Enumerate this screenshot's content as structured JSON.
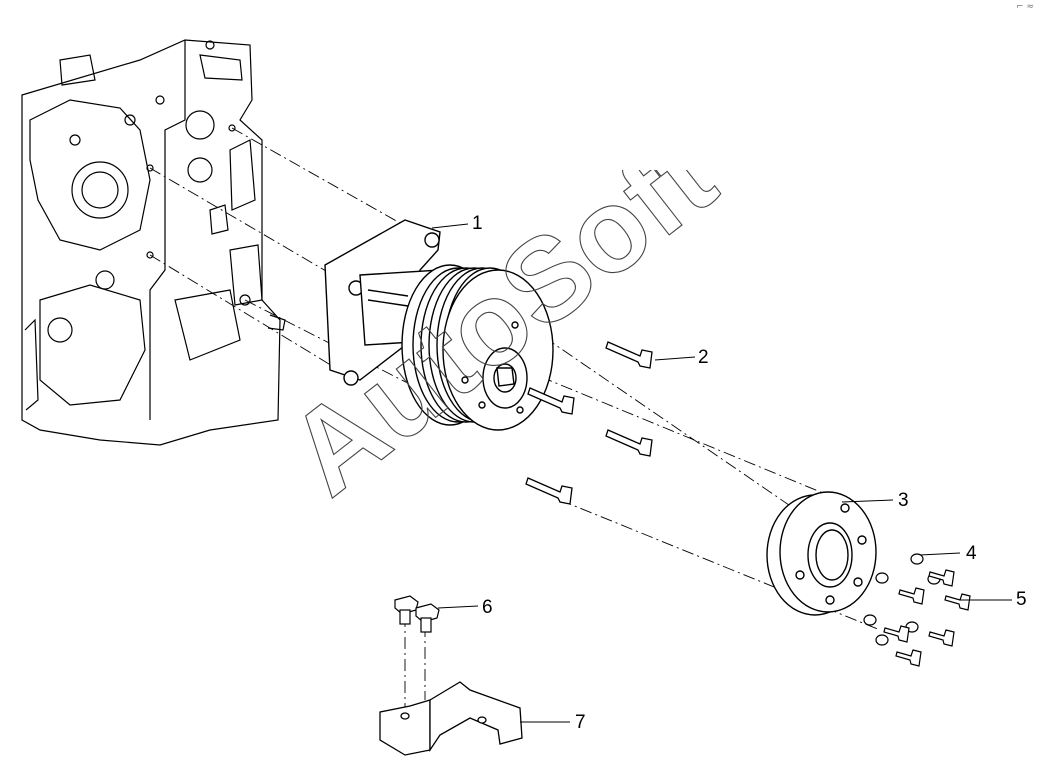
{
  "watermark": {
    "text": "AutoSoft"
  },
  "callouts": [
    {
      "id": "1",
      "label": "1"
    },
    {
      "id": "2",
      "label": "2"
    },
    {
      "id": "3",
      "label": "3"
    },
    {
      "id": "4",
      "label": "4"
    },
    {
      "id": "5",
      "label": "5"
    },
    {
      "id": "6",
      "label": "6"
    },
    {
      "id": "7",
      "label": "7"
    }
  ],
  "colors": {
    "line": "#000000",
    "watermark_stroke": "#444444"
  }
}
